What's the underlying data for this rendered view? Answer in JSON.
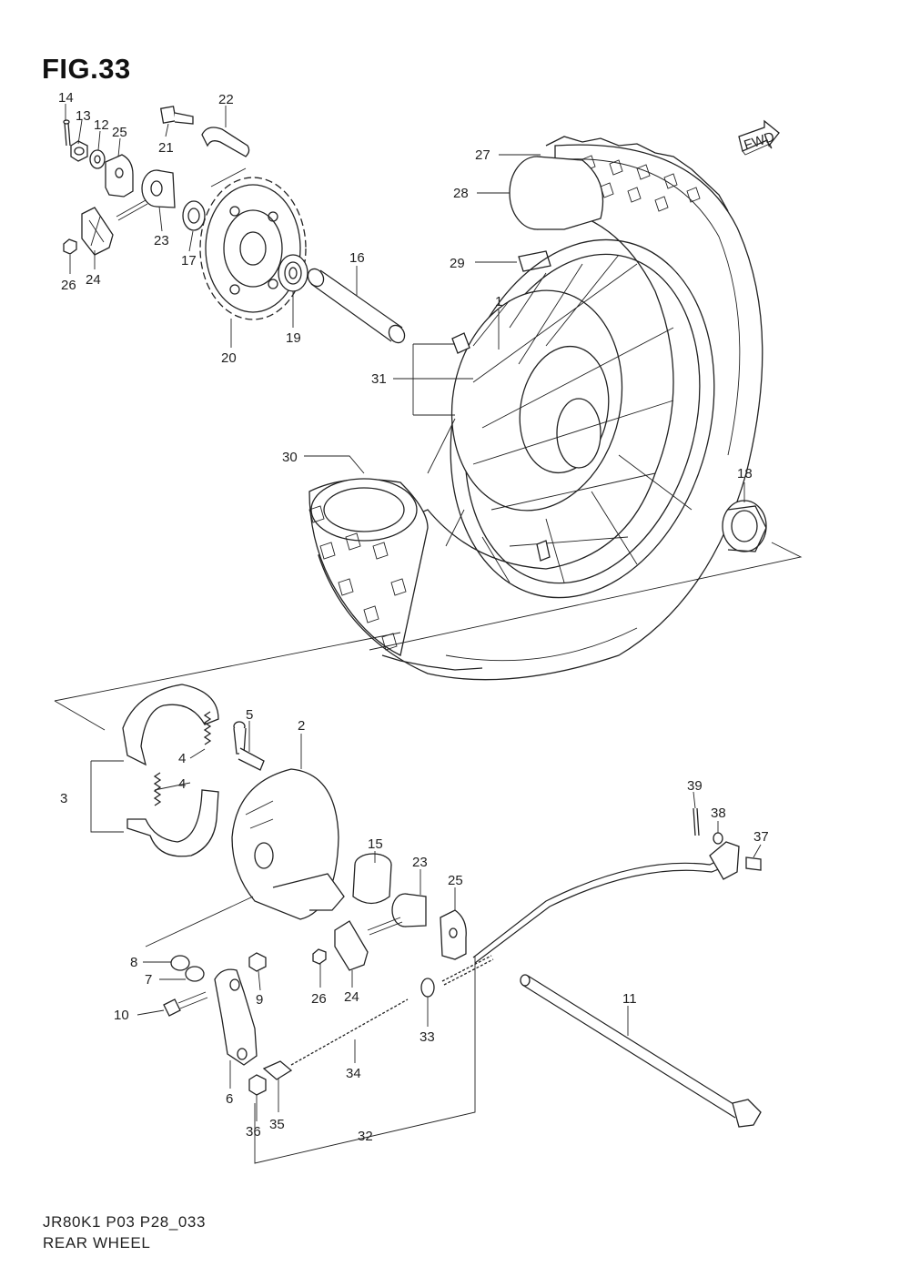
{
  "figure": {
    "title": "FIG.33",
    "code": "JR80K1 P03 P28_033",
    "name": "REAR WHEEL"
  },
  "direction_badge": {
    "label": "FWD",
    "icon": "forward-arrow-icon"
  },
  "callouts": [
    {
      "id": "1",
      "label": "1"
    },
    {
      "id": "2",
      "label": "2"
    },
    {
      "id": "3",
      "label": "3"
    },
    {
      "id": "4a",
      "label": "4"
    },
    {
      "id": "4b",
      "label": "4"
    },
    {
      "id": "5",
      "label": "5"
    },
    {
      "id": "6",
      "label": "6"
    },
    {
      "id": "7",
      "label": "7"
    },
    {
      "id": "8",
      "label": "8"
    },
    {
      "id": "9",
      "label": "9"
    },
    {
      "id": "10",
      "label": "10"
    },
    {
      "id": "11",
      "label": "11"
    },
    {
      "id": "12",
      "label": "12"
    },
    {
      "id": "13",
      "label": "13"
    },
    {
      "id": "14",
      "label": "14"
    },
    {
      "id": "15",
      "label": "15"
    },
    {
      "id": "16",
      "label": "16"
    },
    {
      "id": "17",
      "label": "17"
    },
    {
      "id": "18",
      "label": "18"
    },
    {
      "id": "19",
      "label": "19"
    },
    {
      "id": "20",
      "label": "20"
    },
    {
      "id": "21",
      "label": "21"
    },
    {
      "id": "22",
      "label": "22"
    },
    {
      "id": "23a",
      "label": "23"
    },
    {
      "id": "23b",
      "label": "23"
    },
    {
      "id": "24a",
      "label": "24"
    },
    {
      "id": "24b",
      "label": "24"
    },
    {
      "id": "25a",
      "label": "25"
    },
    {
      "id": "25b",
      "label": "25"
    },
    {
      "id": "26a",
      "label": "26"
    },
    {
      "id": "26b",
      "label": "26"
    },
    {
      "id": "27",
      "label": "27"
    },
    {
      "id": "28",
      "label": "28"
    },
    {
      "id": "29",
      "label": "29"
    },
    {
      "id": "30",
      "label": "30"
    },
    {
      "id": "31",
      "label": "31"
    },
    {
      "id": "32",
      "label": "32"
    },
    {
      "id": "33",
      "label": "33"
    },
    {
      "id": "34",
      "label": "34"
    },
    {
      "id": "35",
      "label": "35"
    },
    {
      "id": "36",
      "label": "36"
    },
    {
      "id": "37",
      "label": "37"
    },
    {
      "id": "38",
      "label": "38"
    },
    {
      "id": "39",
      "label": "39"
    }
  ]
}
